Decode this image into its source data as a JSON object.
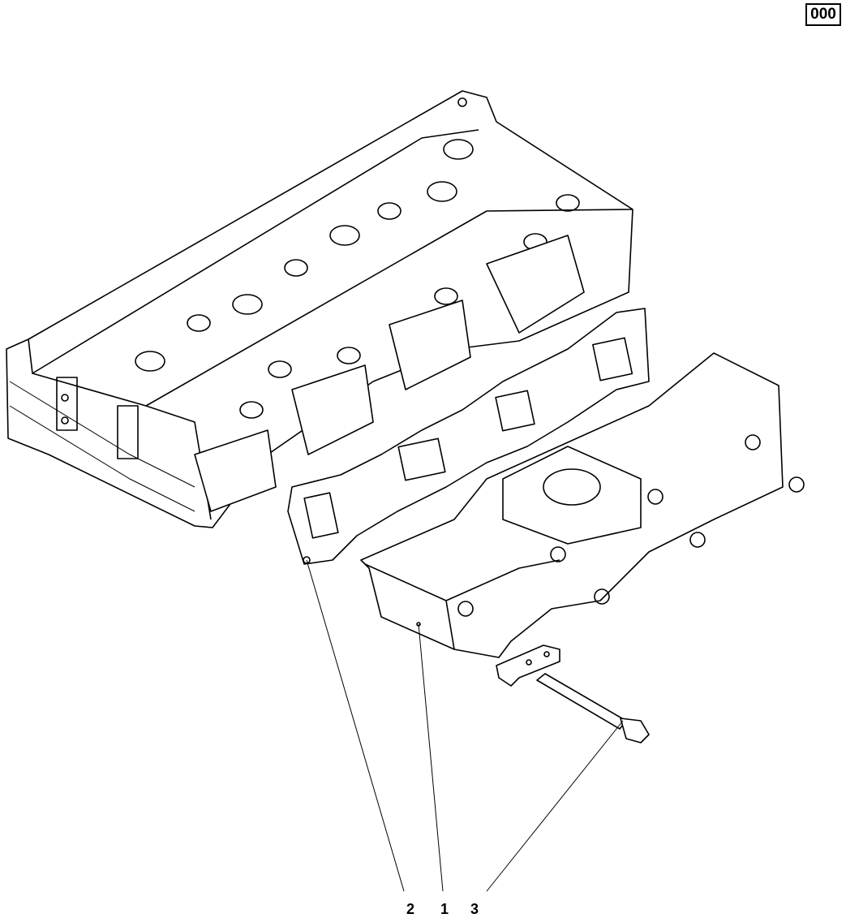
{
  "page_code": "000",
  "callouts": [
    {
      "id": "2",
      "part": "gasket"
    },
    {
      "id": "1",
      "part": "manifold"
    },
    {
      "id": "3",
      "part": "bolt"
    }
  ]
}
